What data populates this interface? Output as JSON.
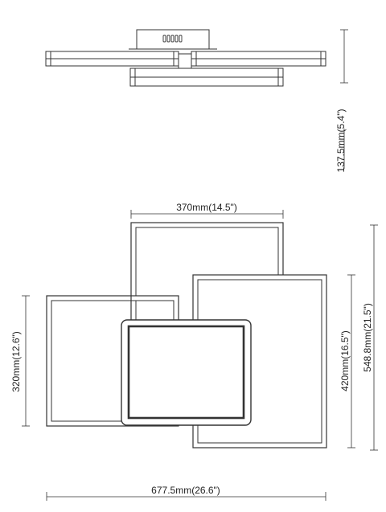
{
  "drawing": {
    "line_color": "#333333",
    "background": "#ffffff"
  },
  "dimensions": {
    "height": "137.5mm(5.4\")",
    "top_width": "370mm(14.5\")",
    "left_height": "320mm(12.6\")",
    "right_inner_height": "420mm(16.5\")",
    "right_outer_height": "548.8mm(21.5\")",
    "total_width": "677.5mm(26.6\")"
  }
}
